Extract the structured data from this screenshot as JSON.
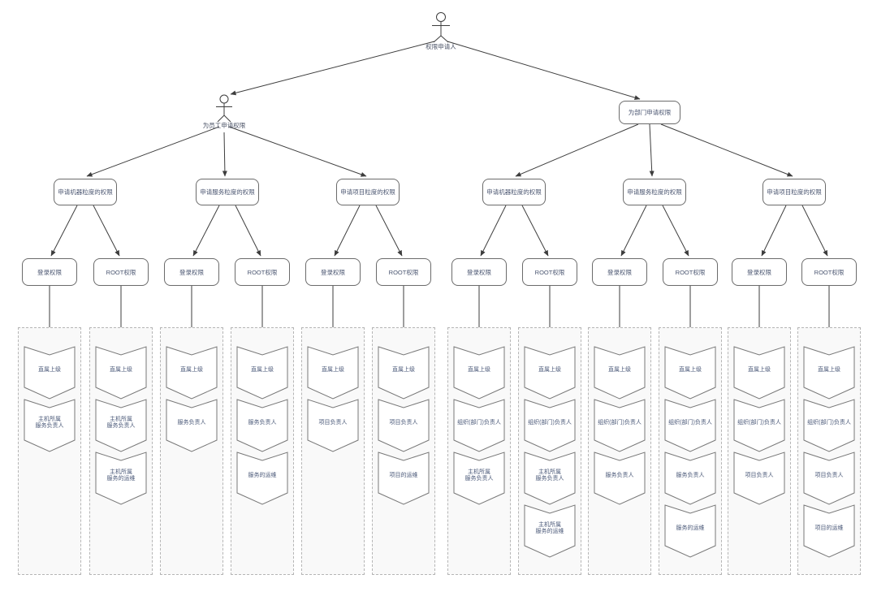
{
  "diagram": {
    "title_hint": "permission-request-approval-flow",
    "colors": {
      "background": "#ffffff",
      "line": "#3d3d3d",
      "box_border": "#6b6b6b",
      "box_text": "#4a5570",
      "chevron_text": "#4a5878",
      "chain_bg": "#f9f9f9",
      "chain_border": "#b5b5b5"
    },
    "root": {
      "label": "权限申请人"
    },
    "branches": [
      {
        "id": "employee",
        "type": "actor",
        "label": "为员工申请权限",
        "children": [
          {
            "label": "申请机器粒度的权限",
            "children": [
              {
                "label": "登录权限",
                "approvals": [
                  "直属上级",
                  "主机所属\n服务负责人"
                ]
              },
              {
                "label": "ROOT权限",
                "approvals": [
                  "直属上级",
                  "主机所属\n服务负责人",
                  "主机所属\n服务的运维"
                ]
              }
            ]
          },
          {
            "label": "申请服务粒度的权限",
            "children": [
              {
                "label": "登录权限",
                "approvals": [
                  "直属上级",
                  "服务负责人"
                ]
              },
              {
                "label": "ROOT权限",
                "approvals": [
                  "直属上级",
                  "服务负责人",
                  "服务的运维"
                ]
              }
            ]
          },
          {
            "label": "申请项目粒度的权限",
            "children": [
              {
                "label": "登录权限",
                "approvals": [
                  "直属上级",
                  "项目负责人"
                ]
              },
              {
                "label": "ROOT权限",
                "approvals": [
                  "直属上级",
                  "项目负责人",
                  "项目的运维"
                ]
              }
            ]
          }
        ]
      },
      {
        "id": "department",
        "type": "box",
        "label": "为部门申请权限",
        "children": [
          {
            "label": "申请机器粒度的权限",
            "children": [
              {
                "label": "登录权限",
                "approvals": [
                  "直属上级",
                  "组织(部门)负责人",
                  "主机所属\n服务负责人"
                ]
              },
              {
                "label": "ROOT权限",
                "approvals": [
                  "直属上级",
                  "组织(部门)负责人",
                  "主机所属\n服务负责人",
                  "主机所属\n服务的运维"
                ]
              }
            ]
          },
          {
            "label": "申请服务粒度的权限",
            "children": [
              {
                "label": "登录权限",
                "approvals": [
                  "直属上级",
                  "组织(部门)负责人",
                  "服务负责人"
                ]
              },
              {
                "label": "ROOT权限",
                "approvals": [
                  "直属上级",
                  "组织(部门)负责人",
                  "服务负责人",
                  "服务的运维"
                ]
              }
            ]
          },
          {
            "label": "申请项目粒度的权限",
            "children": [
              {
                "label": "登录权限",
                "approvals": [
                  "直属上级",
                  "组织(部门)负责人",
                  "项目负责人"
                ]
              },
              {
                "label": "ROOT权限",
                "approvals": [
                  "直属上级",
                  "组织(部门)负责人",
                  "项目负责人",
                  "项目的运维"
                ]
              }
            ]
          }
        ]
      }
    ]
  }
}
